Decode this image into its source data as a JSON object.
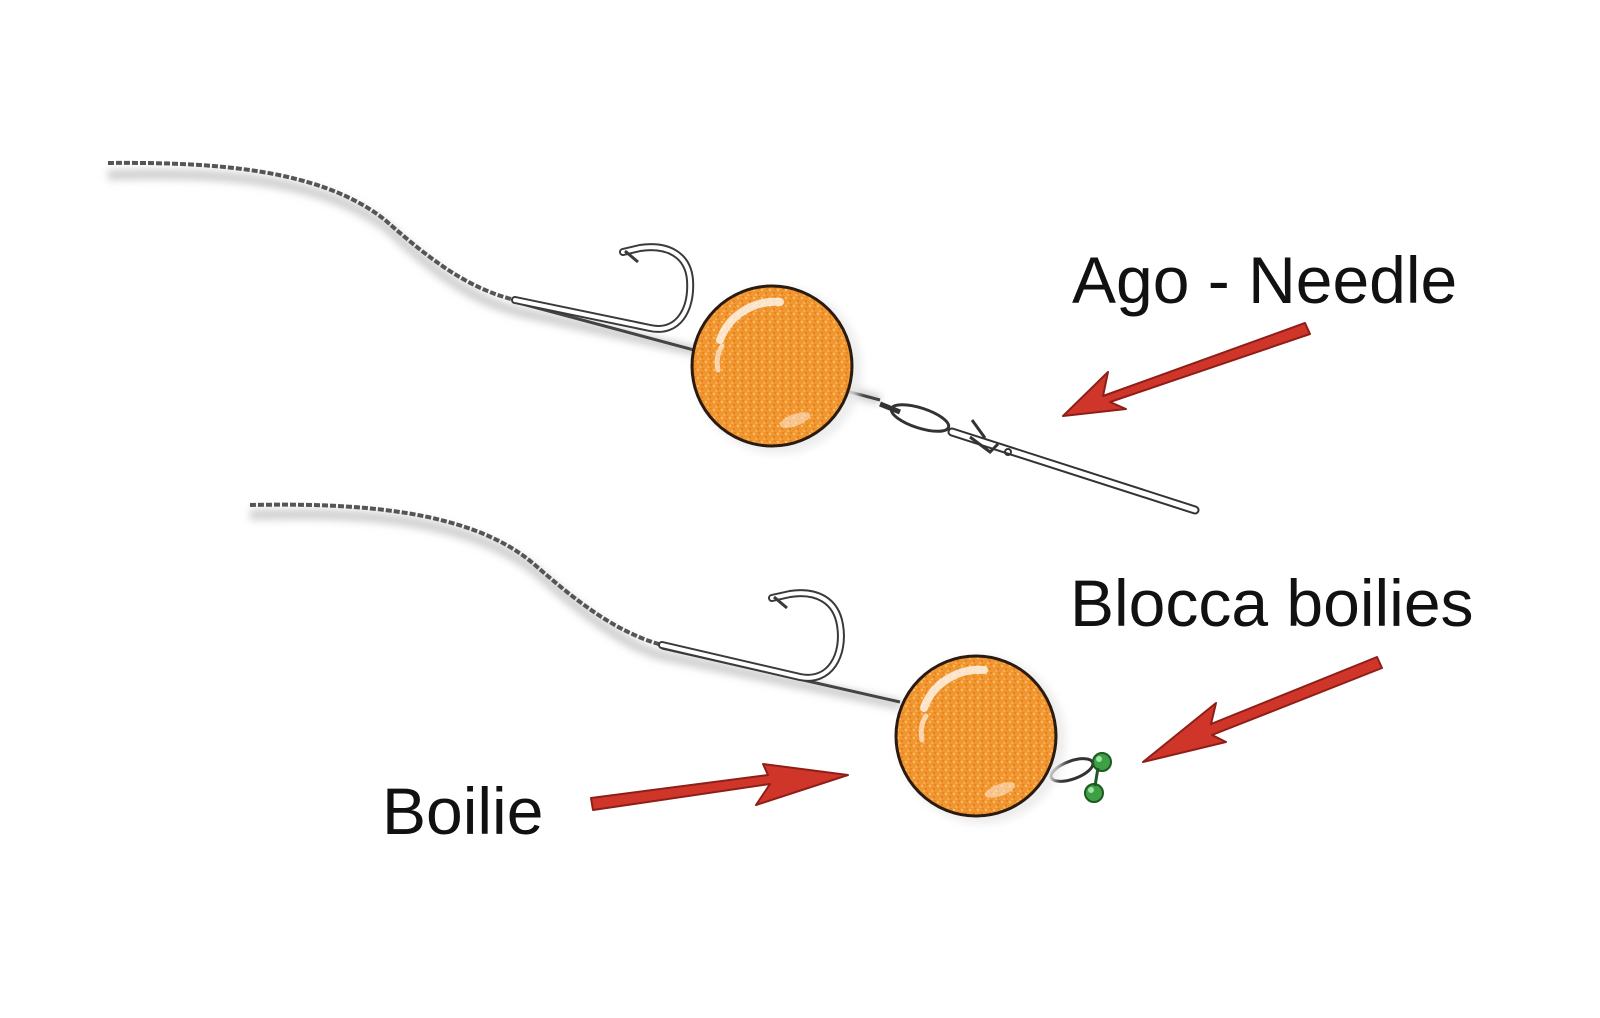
{
  "labels": {
    "needle": "Ago - Needle",
    "boilie_stop": "Blocca boilies",
    "boilie": "Boilie"
  },
  "colors": {
    "arrow": "#d0352a",
    "arrow_edge": "#8e1f18",
    "boilie_fill": "#f2962f",
    "boilie_speckle": "#f9c274",
    "boilie_edge": "#2a1a10",
    "stop_bead": "#3da046",
    "line": "#555555",
    "hook": "#3a3a3a"
  },
  "icons": [
    "boilie",
    "hook",
    "hair-rig-line",
    "baiting-needle",
    "boilie-stop",
    "pointer-arrow"
  ]
}
